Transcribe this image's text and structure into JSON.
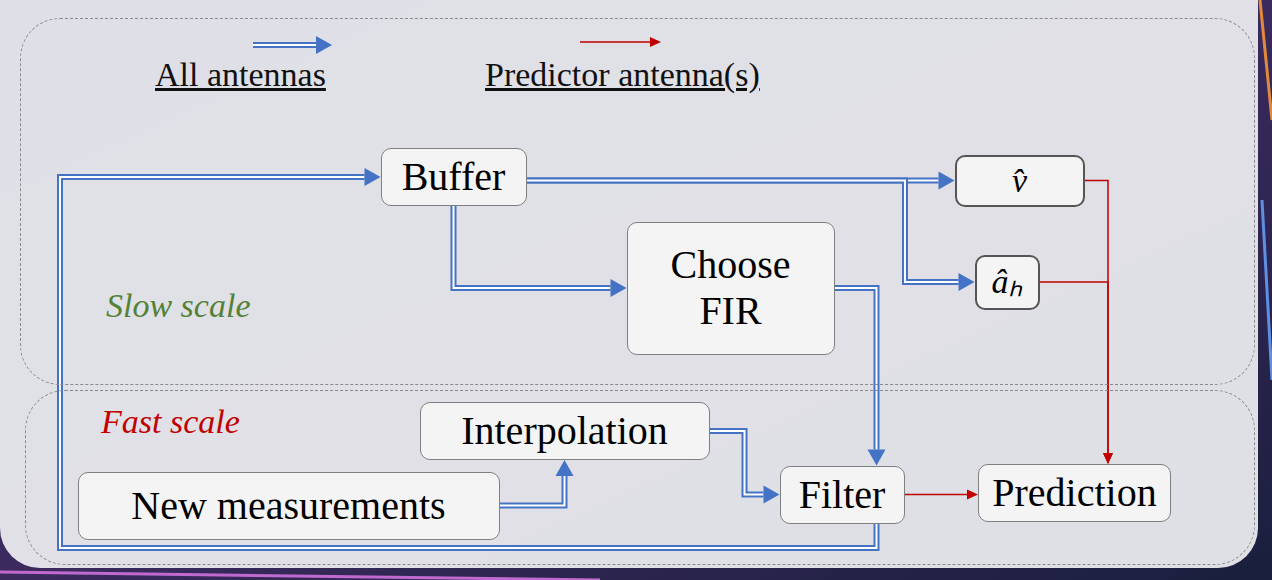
{
  "diagram": {
    "nodes": [
      {
        "text": [
          "Slow scale"
        ]
      },
      {
        "text": [
          "Buffer"
        ],
        "in": 0
      },
      {
        "text": [
          "Choose FIR"
        ],
        "in": 0
      },
      {
        "text": [
          "v̂"
        ],
        "in": 0
      },
      {
        "text": [
          "âₕ"
        ],
        "in": 0
      },
      {
        "text": [
          "Fast scale"
        ]
      },
      {
        "text": [
          "Interpolation"
        ],
        "in": 5
      },
      {
        "text": [
          "New measurements"
        ],
        "in": 5
      },
      {
        "text": [
          "Filter"
        ],
        "in": 5
      },
      {
        "text": [
          "Prediction"
        ],
        "in": 5
      }
    ],
    "edges": [
      {
        "from": 7,
        "to": 6,
        "arrow": "to"
      },
      {
        "from": 6,
        "to": 8,
        "arrow": "to"
      },
      {
        "from": 1,
        "to": 2,
        "arrow": "to"
      },
      {
        "from": 2,
        "to": 8,
        "arrow": "to"
      },
      {
        "from": 1,
        "to": 3,
        "arrow": "to"
      },
      {
        "from": 1,
        "to": 4,
        "arrow": "to"
      },
      {
        "from": 8,
        "to": 9,
        "arrow": "to"
      },
      {
        "from": 3,
        "to": 9,
        "arrow": "to"
      },
      {
        "from": 4,
        "to": 9,
        "arrow": "to"
      },
      {
        "from": 8,
        "to": 1,
        "arrow": "to"
      }
    ],
    "legend": [
      {
        "text": "All antennas"
      },
      {
        "text": "Predictor antenna(s)"
      }
    ]
  }
}
